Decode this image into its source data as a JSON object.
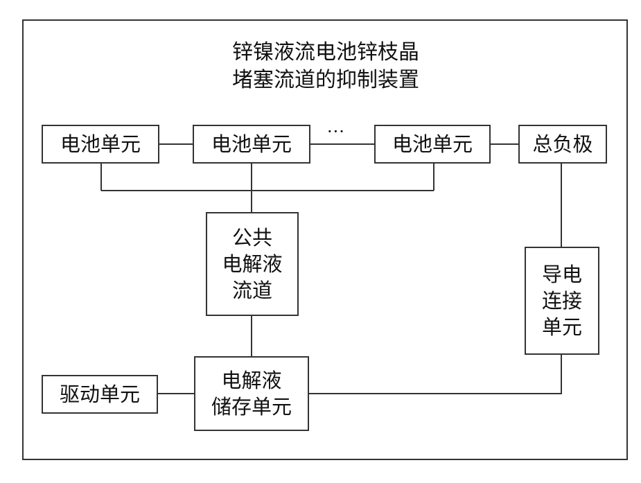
{
  "title": {
    "line1": "锌镍液流电池锌枝晶",
    "line2": "堵塞流道的抑制装置"
  },
  "boxes": {
    "battery_unit_1": "电池单元",
    "battery_unit_2": "电池单元",
    "battery_unit_3": "电池单元",
    "total_negative": "总负极",
    "common_channel": "公共\n电解液\n流道",
    "conductive_unit": "导电\n连接\n单元",
    "drive_unit": "驱动单元",
    "electrolyte_storage": "电解液\n储存单元"
  },
  "ellipsis": "···"
}
